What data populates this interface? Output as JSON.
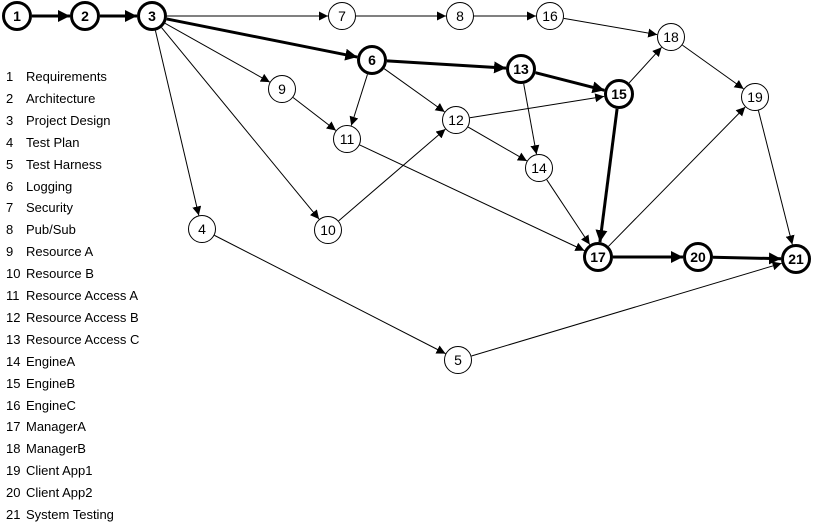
{
  "nodes": [
    {
      "id": "1",
      "critical": true
    },
    {
      "id": "2",
      "critical": true
    },
    {
      "id": "3",
      "critical": true
    },
    {
      "id": "4",
      "critical": false
    },
    {
      "id": "5",
      "critical": false
    },
    {
      "id": "6",
      "critical": true
    },
    {
      "id": "7",
      "critical": false
    },
    {
      "id": "8",
      "critical": false
    },
    {
      "id": "9",
      "critical": false
    },
    {
      "id": "10",
      "critical": false
    },
    {
      "id": "11",
      "critical": false
    },
    {
      "id": "12",
      "critical": false
    },
    {
      "id": "13",
      "critical": true
    },
    {
      "id": "14",
      "critical": false
    },
    {
      "id": "15",
      "critical": true
    },
    {
      "id": "16",
      "critical": false
    },
    {
      "id": "17",
      "critical": true
    },
    {
      "id": "18",
      "critical": false
    },
    {
      "id": "19",
      "critical": false
    },
    {
      "id": "20",
      "critical": true
    },
    {
      "id": "21",
      "critical": true
    }
  ],
  "edges": [
    {
      "from": "1",
      "to": "2",
      "critical": true
    },
    {
      "from": "2",
      "to": "3",
      "critical": true
    },
    {
      "from": "3",
      "to": "7",
      "critical": false
    },
    {
      "from": "7",
      "to": "8",
      "critical": false
    },
    {
      "from": "8",
      "to": "16",
      "critical": false
    },
    {
      "from": "16",
      "to": "18",
      "critical": false
    },
    {
      "from": "3",
      "to": "6",
      "critical": true
    },
    {
      "from": "3",
      "to": "9",
      "critical": false
    },
    {
      "from": "3",
      "to": "10",
      "critical": false
    },
    {
      "from": "3",
      "to": "4",
      "critical": false
    },
    {
      "from": "6",
      "to": "13",
      "critical": true
    },
    {
      "from": "6",
      "to": "11",
      "critical": false
    },
    {
      "from": "6",
      "to": "12",
      "critical": false
    },
    {
      "from": "9",
      "to": "11",
      "critical": false
    },
    {
      "from": "10",
      "to": "12",
      "critical": false
    },
    {
      "from": "11",
      "to": "17",
      "critical": false
    },
    {
      "from": "12",
      "to": "15",
      "critical": false
    },
    {
      "from": "12",
      "to": "14",
      "critical": false
    },
    {
      "from": "13",
      "to": "15",
      "critical": true
    },
    {
      "from": "13",
      "to": "14",
      "critical": false
    },
    {
      "from": "14",
      "to": "17",
      "critical": false
    },
    {
      "from": "15",
      "to": "18",
      "critical": false
    },
    {
      "from": "15",
      "to": "17",
      "critical": true
    },
    {
      "from": "18",
      "to": "19",
      "critical": false
    },
    {
      "from": "17",
      "to": "19",
      "critical": false
    },
    {
      "from": "17",
      "to": "20",
      "critical": true
    },
    {
      "from": "20",
      "to": "21",
      "critical": true
    },
    {
      "from": "19",
      "to": "21",
      "critical": false
    },
    {
      "from": "4",
      "to": "5",
      "critical": false
    },
    {
      "from": "5",
      "to": "21",
      "critical": false
    }
  ],
  "legend": [
    {
      "num": "1",
      "label": "Requirements"
    },
    {
      "num": "2",
      "label": "Architecture"
    },
    {
      "num": "3",
      "label": "Project Design"
    },
    {
      "num": "4",
      "label": "Test Plan"
    },
    {
      "num": "5",
      "label": "Test Harness"
    },
    {
      "num": "6",
      "label": "Logging"
    },
    {
      "num": "7",
      "label": "Security"
    },
    {
      "num": "8",
      "label": "Pub/Sub"
    },
    {
      "num": "9",
      "label": "Resource A"
    },
    {
      "num": "10",
      "label": "Resource B"
    },
    {
      "num": "11",
      "label": "Resource Access A"
    },
    {
      "num": "12",
      "label": "Resource Access B"
    },
    {
      "num": "13",
      "label": "Resource Access C"
    },
    {
      "num": "14",
      "label": "EngineA"
    },
    {
      "num": "15",
      "label": "EngineB"
    },
    {
      "num": "16",
      "label": "EngineC"
    },
    {
      "num": "17",
      "label": "ManagerA"
    },
    {
      "num": "18",
      "label": "ManagerB"
    },
    {
      "num": "19",
      "label": "Client App1"
    },
    {
      "num": "20",
      "label": "Client App2"
    },
    {
      "num": "21",
      "label": "System Testing"
    }
  ]
}
